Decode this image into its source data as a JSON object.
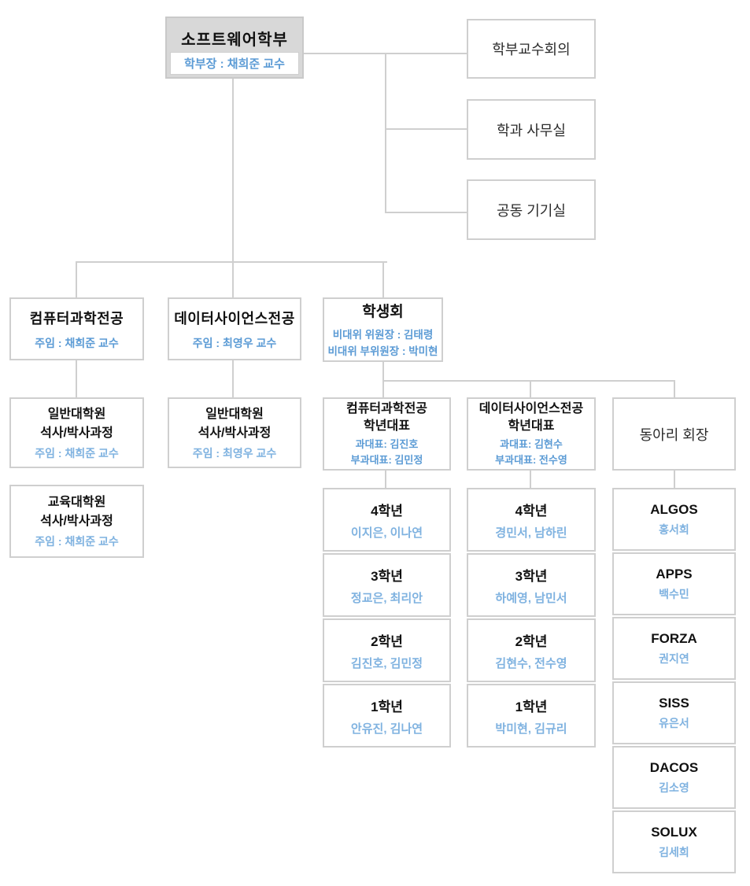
{
  "palette": {
    "line_gray": "#cfcfcf",
    "root_header_bg": "#d8d8d8",
    "accent_blue": "#5b9bd5",
    "light_blue": "#7fb2e0",
    "title_text": "#111111"
  },
  "root": {
    "title": "소프트웨어학부",
    "subtitle": "학부장 : 채희준 교수"
  },
  "admin_offices": [
    {
      "label": "학부교수회의"
    },
    {
      "label": "학과 사무실"
    },
    {
      "label": "공동 기기실"
    }
  ],
  "majors": [
    {
      "title": "컴퓨터과학전공",
      "subtitle": "주임 : 채희준 교수"
    },
    {
      "title": "데이터사이언스전공",
      "subtitle": "주임 : 최영우 교수"
    }
  ],
  "grad_programs": [
    {
      "line1": "일반대학원",
      "line2": "석사/박사과정",
      "subtitle": "주임 : 채희준 교수"
    },
    {
      "line1": "교육대학원",
      "line2": "석사/박사과정",
      "subtitle": "주임 : 채희준 교수"
    },
    {
      "line1": "일반대학원",
      "line2": "석사/박사과정",
      "subtitle": "주임 : 최영우 교수"
    }
  ],
  "council": {
    "title": "학생회",
    "sub1": "비대위 위원장 : 김태령",
    "sub2": "비대위 부위원장 : 박미현"
  },
  "reps": [
    {
      "line1": "컴퓨터과학전공",
      "line2": "학년대표",
      "sub1": "과대표: 김진호",
      "sub2": "부과대표: 김민정",
      "grades": [
        {
          "title": "4학년",
          "names": "이지은, 이나연"
        },
        {
          "title": "3학년",
          "names": "정교은, 최리안"
        },
        {
          "title": "2학년",
          "names": "김진호, 김민정"
        },
        {
          "title": "1학년",
          "names": "안유진, 김나연"
        }
      ]
    },
    {
      "line1": "데이터사이언스전공",
      "line2": "학년대표",
      "sub1": "과대표: 김현수",
      "sub2": "부과대표: 전수영",
      "grades": [
        {
          "title": "4학년",
          "names": "경민서, 남하린"
        },
        {
          "title": "3학년",
          "names": "하예영, 남민서"
        },
        {
          "title": "2학년",
          "names": "김현수, 전수영"
        },
        {
          "title": "1학년",
          "names": "박미현, 김규리"
        }
      ]
    }
  ],
  "club_head": {
    "title": "동아리 회장"
  },
  "clubs": [
    {
      "name": "ALGOS",
      "president": "홍서희"
    },
    {
      "name": "APPS",
      "president": "백수민"
    },
    {
      "name": "FORZA",
      "president": "권지연"
    },
    {
      "name": "SISS",
      "president": "유은서"
    },
    {
      "name": "DACOS",
      "president": "김소영"
    },
    {
      "name": "SOLUX",
      "president": "김세희"
    }
  ]
}
